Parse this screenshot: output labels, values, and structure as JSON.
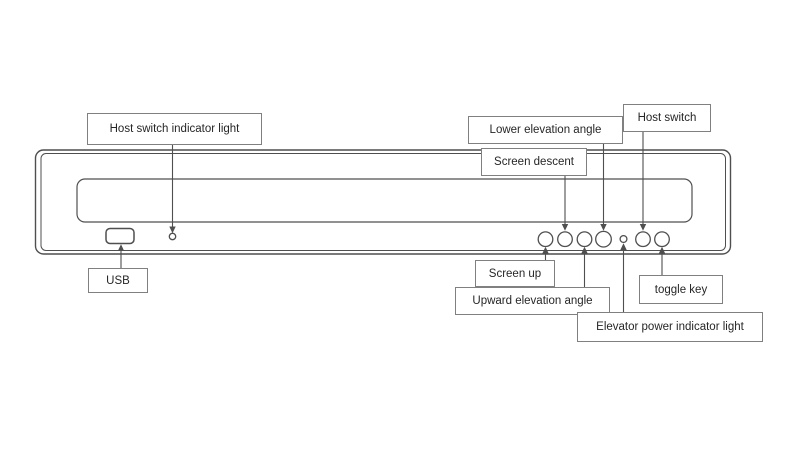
{
  "diagram": {
    "labels": {
      "host_indicator": "Host switch indicator light",
      "lower_elevation": "Lower elevation angle",
      "host_switch": "Host switch",
      "screen_descent": "Screen descent",
      "usb": "USB",
      "screen_up": "Screen up",
      "upward_elevation": "Upward elevation angle",
      "toggle_key": "toggle key",
      "elevator_power": "Elevator power indicator light"
    },
    "colors": {
      "background": "#ffffff",
      "line": "#4f4f4f",
      "box_border": "#808080",
      "text": "#262626"
    }
  }
}
